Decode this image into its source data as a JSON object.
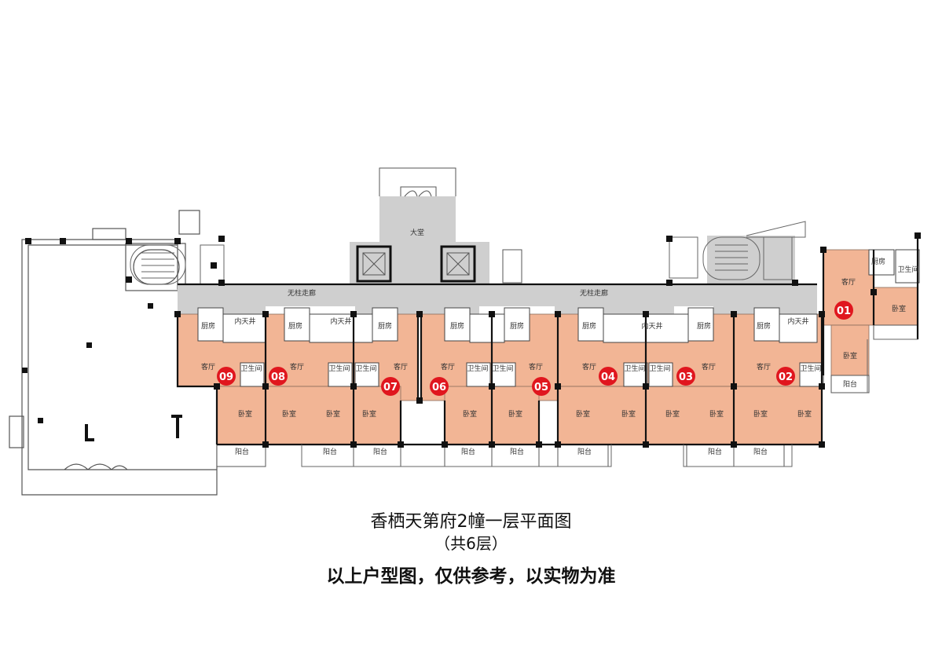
{
  "colors": {
    "unit_fill": "#f2b595",
    "corridor_fill": "#cfcfcf",
    "badge": "#e0161e",
    "wall": "#000000"
  },
  "plan": {
    "corridor_label_left": "无柱走廊",
    "corridor_label_right": "无柱走廊",
    "lobby_label": "大堂",
    "room_labels": {
      "kitchen": "厨房",
      "living": "客厅",
      "bedroom": "卧室",
      "bathroom": "卫生间",
      "balcony": "阳台",
      "courtyard": "内天井"
    },
    "units": [
      {
        "id": "01"
      },
      {
        "id": "02"
      },
      {
        "id": "03"
      },
      {
        "id": "04"
      },
      {
        "id": "05"
      },
      {
        "id": "06"
      },
      {
        "id": "07"
      },
      {
        "id": "08"
      },
      {
        "id": "09"
      }
    ]
  },
  "caption": {
    "title": "香栖天第府2幢一层平面图",
    "subtitle": "（共6层）",
    "disclaimer": "以上户型图，仅供参考，以实物为准"
  }
}
